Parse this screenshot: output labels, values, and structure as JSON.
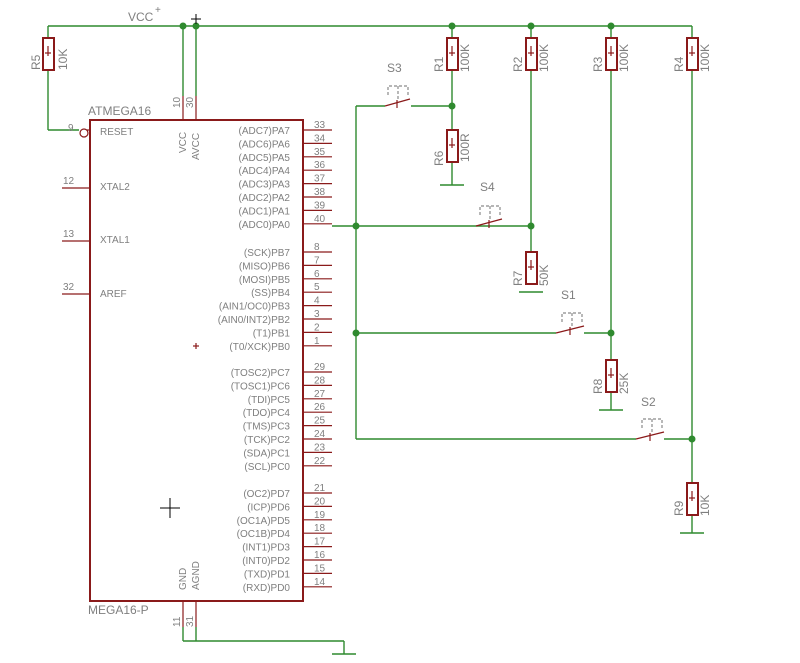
{
  "supply": {
    "label": "VCC",
    "sup": "+"
  },
  "mcu": {
    "name": "ATMEGA16",
    "value": "MEGA16-P",
    "left_pins": [
      {
        "num": "9",
        "name": "RESET"
      },
      {
        "num": "12",
        "name": "XTAL2"
      },
      {
        "num": "13",
        "name": "XTAL1"
      },
      {
        "num": "32",
        "name": "AREF"
      }
    ],
    "top_pins": [
      {
        "num": "10",
        "name": "VCC"
      },
      {
        "num": "30",
        "name": "AVCC"
      }
    ],
    "bottom_pins": [
      {
        "num": "11",
        "name": "GND"
      },
      {
        "num": "31",
        "name": "AGND"
      }
    ],
    "right_pins": [
      {
        "num": "33",
        "name": "(ADC7)PA7"
      },
      {
        "num": "34",
        "name": "(ADC6)PA6"
      },
      {
        "num": "35",
        "name": "(ADC5)PA5"
      },
      {
        "num": "36",
        "name": "(ADC4)PA4"
      },
      {
        "num": "37",
        "name": "(ADC3)PA3"
      },
      {
        "num": "38",
        "name": "(ADC2)PA2"
      },
      {
        "num": "39",
        "name": "(ADC1)PA1"
      },
      {
        "num": "40",
        "name": "(ADC0)PA0"
      },
      {
        "num": "8",
        "name": "(SCK)PB7"
      },
      {
        "num": "7",
        "name": "(MISO)PB6"
      },
      {
        "num": "6",
        "name": "(MOSI)PB5"
      },
      {
        "num": "5",
        "name": "(SS)PB4"
      },
      {
        "num": "4",
        "name": "(AIN1/OC0)PB3"
      },
      {
        "num": "3",
        "name": "(AIN0/INT2)PB2"
      },
      {
        "num": "2",
        "name": "(T1)PB1"
      },
      {
        "num": "1",
        "name": "(T0/XCK)PB0"
      },
      {
        "num": "29",
        "name": "(TOSC2)PC7"
      },
      {
        "num": "28",
        "name": "(TOSC1)PC6"
      },
      {
        "num": "27",
        "name": "(TDI)PC5"
      },
      {
        "num": "26",
        "name": "(TDO)PC4"
      },
      {
        "num": "25",
        "name": "(TMS)PC3"
      },
      {
        "num": "24",
        "name": "(TCK)PC2"
      },
      {
        "num": "23",
        "name": "(SDA)PC1"
      },
      {
        "num": "22",
        "name": "(SCL)PC0"
      },
      {
        "num": "21",
        "name": "(OC2)PD7"
      },
      {
        "num": "20",
        "name": "(ICP)PD6"
      },
      {
        "num": "19",
        "name": "(OC1A)PD5"
      },
      {
        "num": "18",
        "name": "(OC1B)PD4"
      },
      {
        "num": "17",
        "name": "(INT1)PD3"
      },
      {
        "num": "16",
        "name": "(INT0)PD2"
      },
      {
        "num": "15",
        "name": "(TXD)PD1"
      },
      {
        "num": "14",
        "name": "(RXD)PD0"
      }
    ]
  },
  "resistors": {
    "R5": {
      "name": "R5",
      "value": "10K"
    },
    "R1": {
      "name": "R1",
      "value": "100K"
    },
    "R2": {
      "name": "R2",
      "value": "100K"
    },
    "R3": {
      "name": "R3",
      "value": "100K"
    },
    "R4": {
      "name": "R4",
      "value": "100K"
    },
    "R6": {
      "name": "R6",
      "value": "100R"
    },
    "R7": {
      "name": "R7",
      "value": "50K"
    },
    "R8": {
      "name": "R8",
      "value": "25K"
    },
    "R9": {
      "name": "R9",
      "value": "10K"
    }
  },
  "switches": {
    "S1": {
      "name": "S1"
    },
    "S2": {
      "name": "S2"
    },
    "S3": {
      "name": "S3"
    },
    "S4": {
      "name": "S4"
    }
  },
  "colors": {
    "wire": "#2f8a2f",
    "component": "#8a1a1a",
    "text": "#7f7f7f",
    "background": "#ffffff"
  }
}
